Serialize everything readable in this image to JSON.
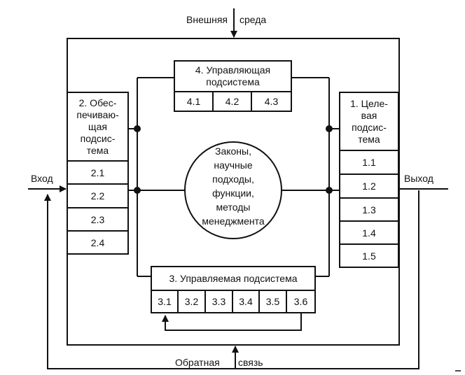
{
  "environment": {
    "part1": "Внешняя",
    "part2": "среда"
  },
  "input_label": "Вход",
  "output_label": "Выход",
  "feedback": {
    "part1": "Обратная",
    "part2": "связь"
  },
  "center_text": [
    "Законы,",
    "научные",
    "подходы,",
    "функции,",
    "методы",
    "менеджмента"
  ],
  "subsystem_1": {
    "title": [
      "1. Целе-",
      "вая",
      "подсис-",
      "тема"
    ],
    "items": [
      "1.1",
      "1.2",
      "1.3",
      "1.4",
      "1.5"
    ]
  },
  "subsystem_2": {
    "title": [
      "2. Обес-",
      "печиваю-",
      "щая",
      "подсис-",
      "тема"
    ],
    "items": [
      "2.1",
      "2.2",
      "2.3",
      "2.4"
    ]
  },
  "subsystem_3": {
    "title": "3. Управляемая подсистема",
    "items": [
      "3.1",
      "3.2",
      "3.3",
      "3.4",
      "3.5",
      "3.6"
    ]
  },
  "subsystem_4": {
    "title": [
      "4. Управляющая",
      "подсистема"
    ],
    "items": [
      "4.1",
      "4.2",
      "4.3"
    ]
  }
}
